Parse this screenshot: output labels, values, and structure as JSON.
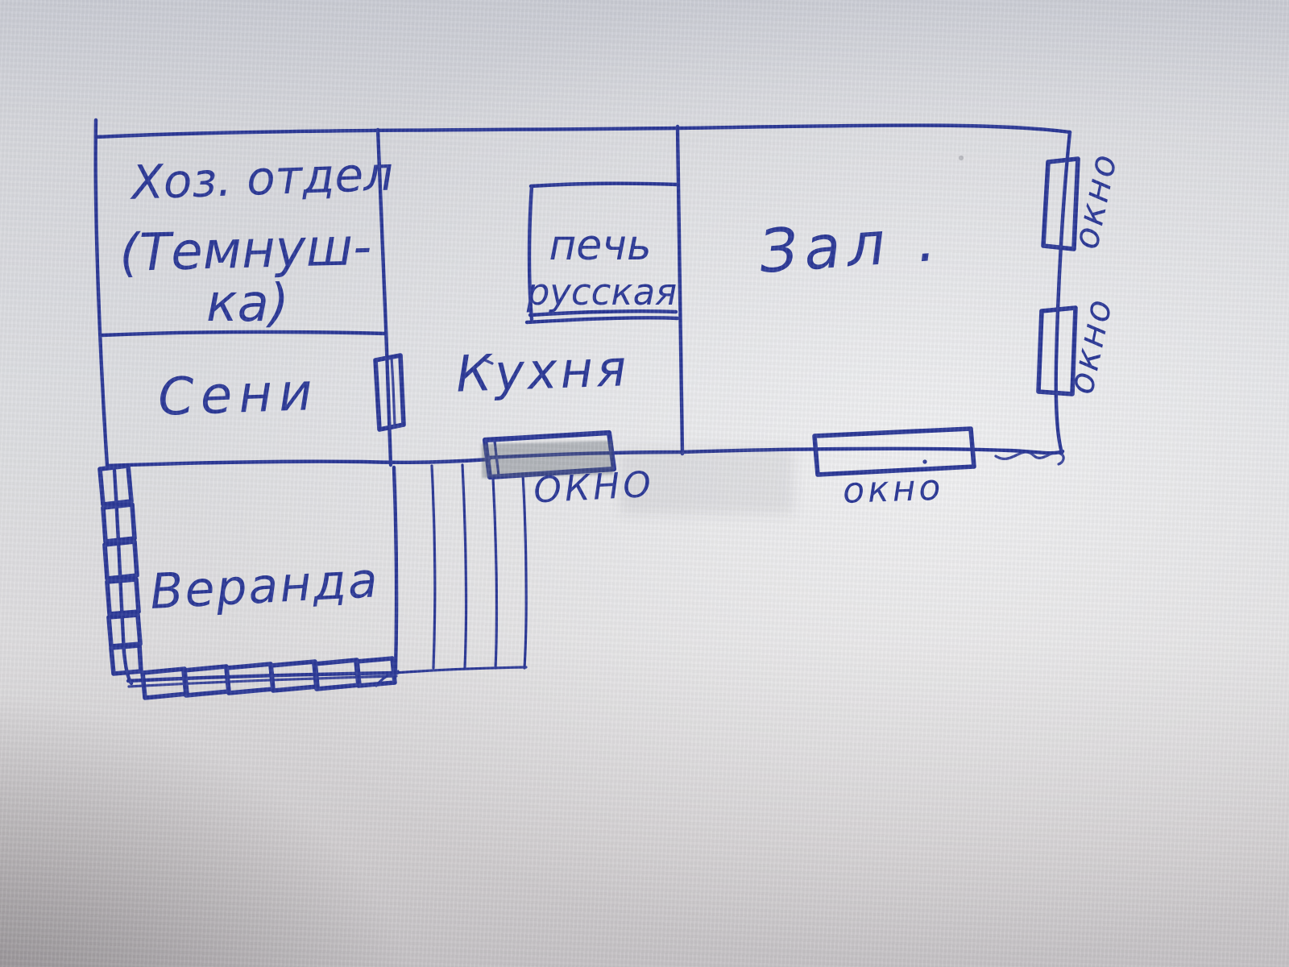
{
  "rooms": {
    "utility": {
      "line1": "Хоз. отдел",
      "line2": "(Темнуш-",
      "line3": "ка)"
    },
    "hallway": {
      "label": "Сени"
    },
    "kitchen": {
      "label": "Кухня"
    },
    "stove": {
      "line1": "печь",
      "line2": "русская"
    },
    "hall": {
      "label": "Зал ."
    },
    "veranda": {
      "label": "Веранда"
    }
  },
  "windows": {
    "right_top_label": "окно",
    "right_bottom_label": "окно",
    "kitchen_bottom_label": "ОКНО",
    "hall_bottom_label": "окно"
  },
  "colors": {
    "ink": "#2b3896",
    "paper_light": "#e6e8ec",
    "paper_dark": "#a9a5a8",
    "watermark": "#5c616e"
  }
}
